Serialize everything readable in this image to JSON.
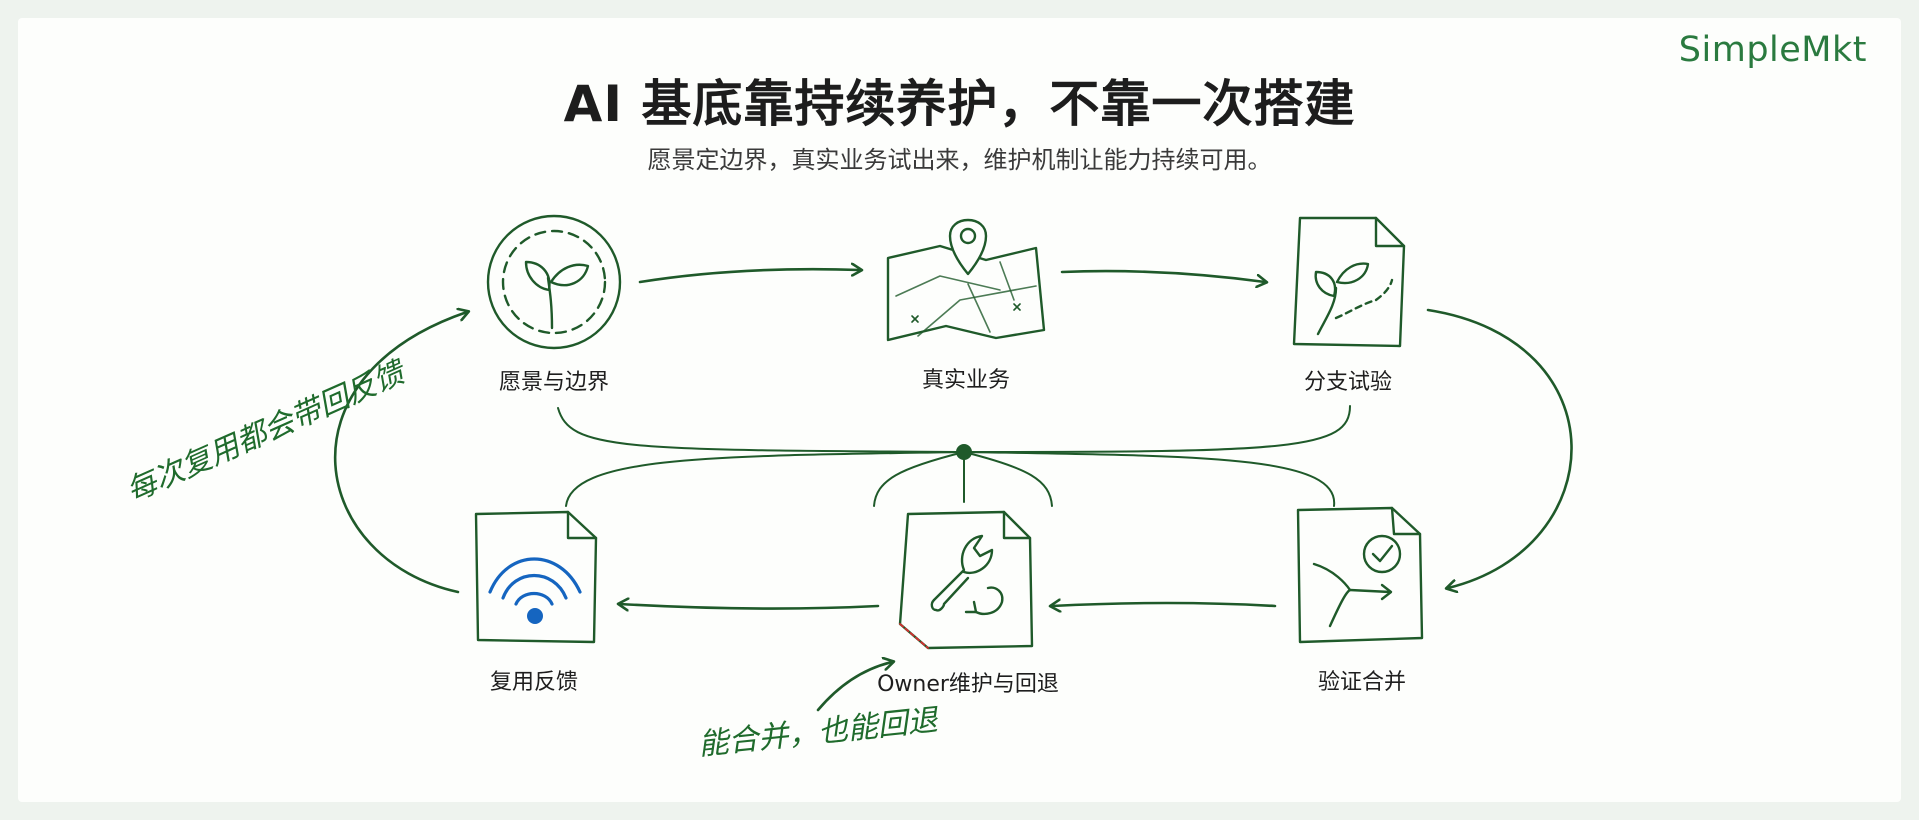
{
  "brand": "SimpleMkt",
  "title": "AI 基底靠持续养护，不靠一次搭建",
  "subtitle": "愿景定边界，真实业务试出来，维护机制让能力持续可用。",
  "nodes": {
    "vision": {
      "label": "愿景与边界",
      "icon": "sprout-circle-icon"
    },
    "business": {
      "label": "真实业务",
      "icon": "map-pin-icon"
    },
    "branch": {
      "label": "分支试验",
      "icon": "sprout-document-icon"
    },
    "verify": {
      "label": "验证合并",
      "icon": "merge-check-document-icon"
    },
    "owner": {
      "label": "Owner维护与回退",
      "icon": "wrench-undo-document-icon"
    },
    "feedback": {
      "label": "复用反馈",
      "icon": "signal-document-icon"
    }
  },
  "annotations": {
    "feedback_loop": "每次复用都会带回反馈",
    "rollback": "能合并，也能回退"
  },
  "colors": {
    "stroke": "#1f5a2a",
    "brand": "#2a7a3f",
    "signal": "#1565c0",
    "accent_red": "#d32f2f"
  }
}
